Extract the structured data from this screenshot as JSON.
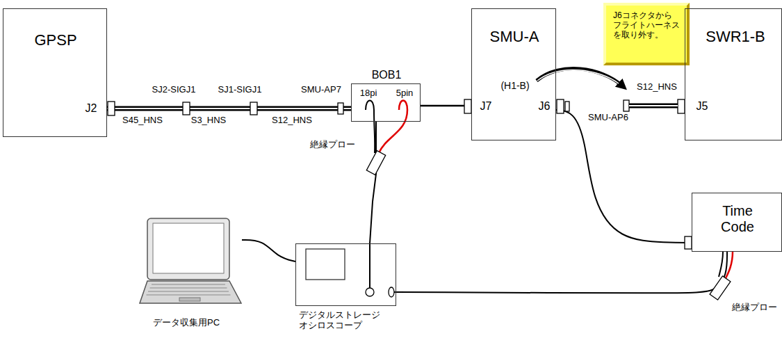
{
  "diagram": {
    "nodes": [
      {
        "text": [
          "GPSP",
          "J2"
        ]
      },
      {
        "text": [
          "BOB1",
          "18pi",
          "5pin"
        ]
      },
      {
        "text": [
          "SMU-A",
          "J7",
          "(H1-B)",
          "J6"
        ]
      },
      {
        "text": [
          "J6コネクタからフライトハーネスを取り外す。"
        ]
      },
      {
        "text": [
          "SWR1-B",
          "J5"
        ]
      },
      {
        "text": [
          "Time Code"
        ]
      },
      {
        "text": [
          "デジタルストレージ オシロスコープ"
        ]
      },
      {
        "text": [
          "データ収集用PC"
        ]
      }
    ],
    "edges": [
      {
        "from": 0,
        "to": 1,
        "arrow": "none"
      },
      {
        "from": 1,
        "to": 2,
        "arrow": "none"
      },
      {
        "from": 2,
        "to": 5,
        "arrow": "none"
      },
      {
        "from": 1,
        "to": 6,
        "arrow": "none"
      },
      {
        "from": 6,
        "to": 5,
        "arrow": "none"
      },
      {
        "from": 7,
        "to": 6,
        "arrow": "none"
      }
    ],
    "labels": [
      "SJ2-SIGJ1",
      "SJ1-SIGJ1",
      "SMU-AP7",
      "S45_HNS",
      "S3_HNS",
      "S12_HNS",
      "S12_HNS",
      "SMU-AP6",
      "絶縁プロー",
      "絶縁プロー"
    ]
  }
}
